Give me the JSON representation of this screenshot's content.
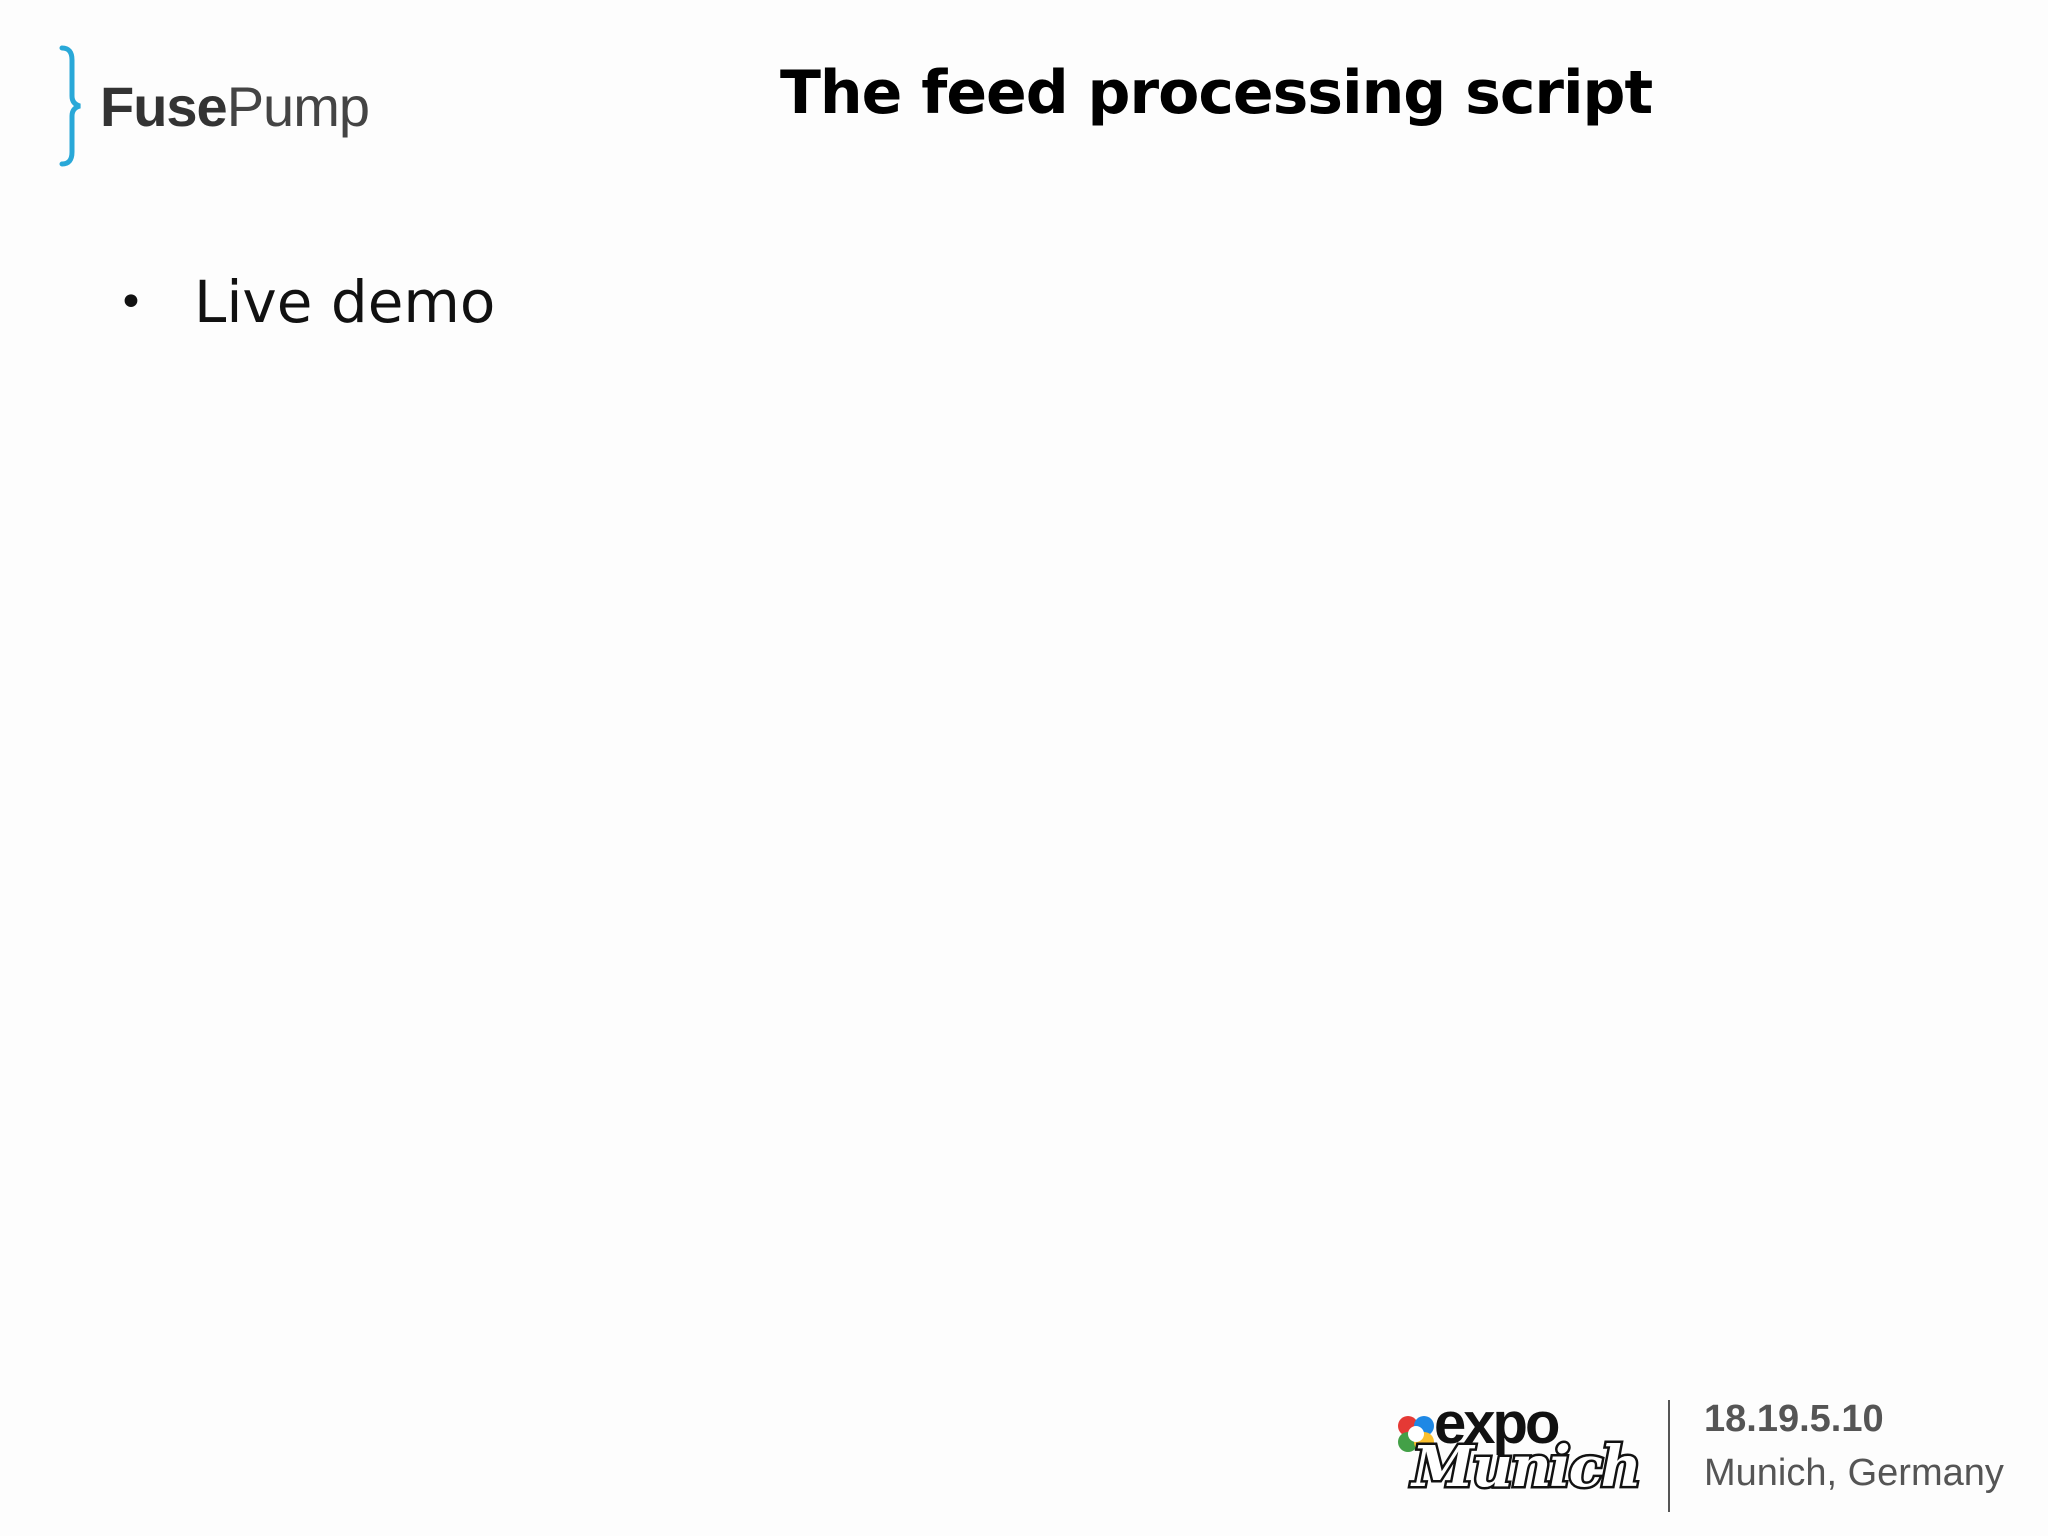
{
  "brand": {
    "logo_bold": "Fuse",
    "logo_light": "Pump",
    "accent_color": "#29a8d8"
  },
  "slide": {
    "title": "The feed processing script",
    "bullets": [
      {
        "text": "Live demo"
      }
    ]
  },
  "footer": {
    "event_logo_top": "expo",
    "event_logo_bottom": "Munich",
    "date": "18.19.5.10",
    "location": "Munich, Germany"
  }
}
